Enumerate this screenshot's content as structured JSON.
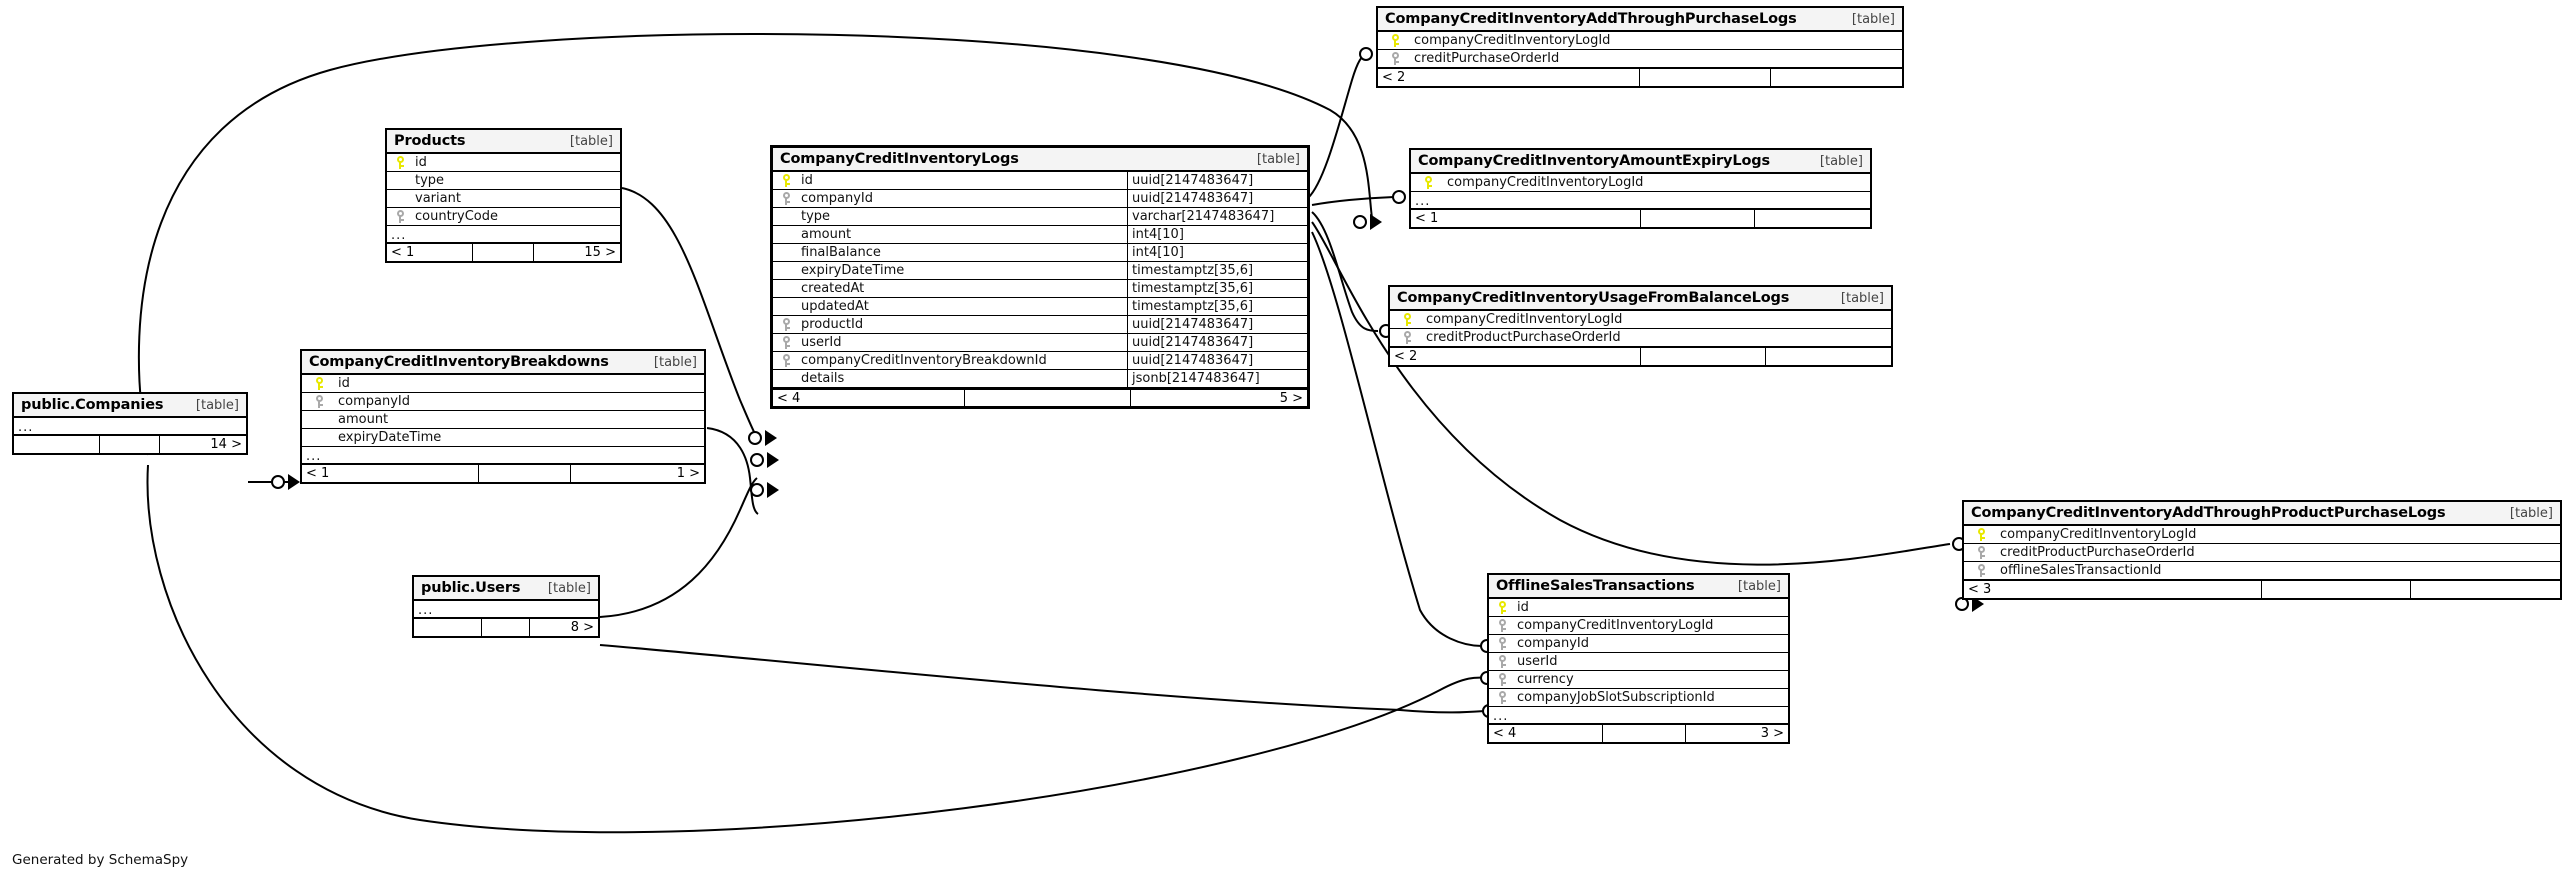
{
  "diagram": {
    "footer": "Generated by SchemaSpy",
    "table_tag": "[table]",
    "ellipsis": "...",
    "colors": {
      "pk": "#e8e800",
      "fk": "#a9a9a9",
      "header_bg": "#f4f4f4",
      "border": "#000000"
    }
  },
  "tables": [
    {
      "id": "companies",
      "name": "public.Companies",
      "tag": "[table]",
      "rows": [],
      "ellipsis": "...",
      "footer": [
        "",
        "",
        "14 >"
      ]
    },
    {
      "id": "products",
      "name": "Products",
      "tag": "[table]",
      "rows": [
        {
          "key": "pk",
          "name": "id",
          "type": ""
        },
        {
          "key": "",
          "name": "type",
          "type": ""
        },
        {
          "key": "",
          "name": "variant",
          "type": ""
        },
        {
          "key": "fk",
          "name": "countryCode",
          "type": ""
        }
      ],
      "ellipsis": "...",
      "footer": [
        "< 1",
        "",
        "15 >"
      ]
    },
    {
      "id": "breakdowns",
      "name": "CompanyCreditInventoryBreakdowns",
      "tag": "[table]",
      "rows": [
        {
          "key": "pk",
          "name": "id",
          "type": ""
        },
        {
          "key": "fk",
          "name": "companyId",
          "type": ""
        },
        {
          "key": "",
          "name": "amount",
          "type": ""
        },
        {
          "key": "",
          "name": "expiryDateTime",
          "type": ""
        }
      ],
      "ellipsis": "...",
      "footer": [
        "< 1",
        "",
        "1 >"
      ]
    },
    {
      "id": "users",
      "name": "public.Users",
      "tag": "[table]",
      "rows": [],
      "ellipsis": "...",
      "footer": [
        "",
        "",
        "8 >"
      ]
    },
    {
      "id": "logs",
      "name": "CompanyCreditInventoryLogs",
      "tag": "[table]",
      "rows": [
        {
          "key": "pk",
          "name": "id",
          "type": "uuid[2147483647]"
        },
        {
          "key": "fk",
          "name": "companyId",
          "type": "uuid[2147483647]"
        },
        {
          "key": "",
          "name": "type",
          "type": "varchar[2147483647]"
        },
        {
          "key": "",
          "name": "amount",
          "type": "int4[10]"
        },
        {
          "key": "",
          "name": "finalBalance",
          "type": "int4[10]"
        },
        {
          "key": "",
          "name": "expiryDateTime",
          "type": "timestamptz[35,6]"
        },
        {
          "key": "",
          "name": "createdAt",
          "type": "timestamptz[35,6]"
        },
        {
          "key": "",
          "name": "updatedAt",
          "type": "timestamptz[35,6]"
        },
        {
          "key": "fk",
          "name": "productId",
          "type": "uuid[2147483647]"
        },
        {
          "key": "fk",
          "name": "userId",
          "type": "uuid[2147483647]"
        },
        {
          "key": "fk",
          "name": "companyCreditInventoryBreakdownId",
          "type": "uuid[2147483647]"
        },
        {
          "key": "",
          "name": "details",
          "type": "jsonb[2147483647]"
        }
      ],
      "footer": [
        "< 4",
        "",
        "5 >"
      ]
    },
    {
      "id": "addpurchase",
      "name": "CompanyCreditInventoryAddThroughPurchaseLogs",
      "tag": "[table]",
      "rows": [
        {
          "key": "pk",
          "name": "companyCreditInventoryLogId",
          "type": ""
        },
        {
          "key": "fk",
          "name": "creditPurchaseOrderId",
          "type": ""
        }
      ],
      "footer": [
        "< 2",
        "",
        ""
      ]
    },
    {
      "id": "amountexpiry",
      "name": "CompanyCreditInventoryAmountExpiryLogs",
      "tag": "[table]",
      "rows": [
        {
          "key": "pk",
          "name": "companyCreditInventoryLogId",
          "type": ""
        }
      ],
      "ellipsis": "...",
      "footer": [
        "< 1",
        "",
        ""
      ]
    },
    {
      "id": "usagebalance",
      "name": "CompanyCreditInventoryUsageFromBalanceLogs",
      "tag": "[table]",
      "rows": [
        {
          "key": "pk",
          "name": "companyCreditInventoryLogId",
          "type": ""
        },
        {
          "key": "fk",
          "name": "creditProductPurchaseOrderId",
          "type": ""
        }
      ],
      "footer": [
        "< 2",
        "",
        ""
      ]
    },
    {
      "id": "addproductpurchase",
      "name": "CompanyCreditInventoryAddThroughProductPurchaseLogs",
      "tag": "[table]",
      "rows": [
        {
          "key": "pk",
          "name": "companyCreditInventoryLogId",
          "type": ""
        },
        {
          "key": "fk",
          "name": "creditProductPurchaseOrderId",
          "type": ""
        },
        {
          "key": "fk",
          "name": "offlineSalesTransactionId",
          "type": ""
        }
      ],
      "footer": [
        "< 3",
        "",
        ""
      ]
    },
    {
      "id": "offlinesales",
      "name": "OfflineSalesTransactions",
      "tag": "[table]",
      "rows": [
        {
          "key": "pk",
          "name": "id",
          "type": ""
        },
        {
          "key": "fk",
          "name": "companyCreditInventoryLogId",
          "type": ""
        },
        {
          "key": "fk",
          "name": "companyId",
          "type": ""
        },
        {
          "key": "fk",
          "name": "userId",
          "type": ""
        },
        {
          "key": "fk",
          "name": "currency",
          "type": ""
        },
        {
          "key": "fk",
          "name": "companyJobSlotSubscriptionId",
          "type": ""
        }
      ],
      "ellipsis": "...",
      "footer": [
        "< 4",
        "",
        "3 >"
      ]
    }
  ]
}
